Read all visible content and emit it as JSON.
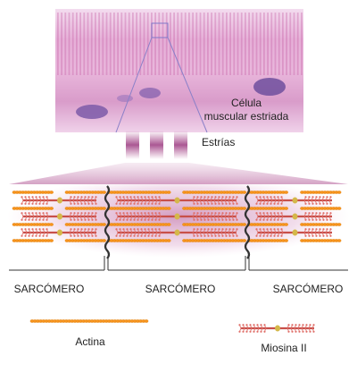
{
  "labels": {
    "cell_line1": "Célula",
    "cell_line2": "muscular estriada",
    "striations": "Estrías",
    "sarcomere_left": "SARCÓMERO",
    "sarcomere_center": "SARCÓMERO",
    "sarcomere_right": "SARCÓMERO",
    "actin": "Actina",
    "myosin": "Miosina II"
  },
  "colors": {
    "actin": "#f7941d",
    "actin_dark": "#d97a0a",
    "myosin": "#c8504a",
    "myosin_head": "#e0706a",
    "m_disc": "#d4b84a",
    "z_disc": "#333333",
    "tissue": "#e8b0d8",
    "band": "#c9589f",
    "nucleus": "#7d5aa8",
    "outline": "#8a80c8"
  }
}
